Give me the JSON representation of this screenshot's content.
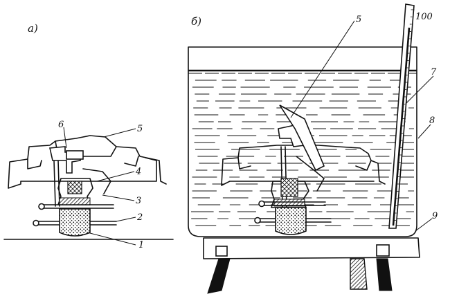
{
  "panels": {
    "a": "а)",
    "b": "б)"
  },
  "callouts": {
    "a_1": "1",
    "a_2": "2",
    "a_3": "3",
    "a_4": "4",
    "a_5": "5",
    "a_6": "6",
    "b_5": "5",
    "b_7": "7",
    "b_8": "8",
    "b_9": "9"
  },
  "thermometer": {
    "scale_max": "100"
  },
  "colors": {
    "ink": "#111111",
    "paper": "#ffffff"
  }
}
